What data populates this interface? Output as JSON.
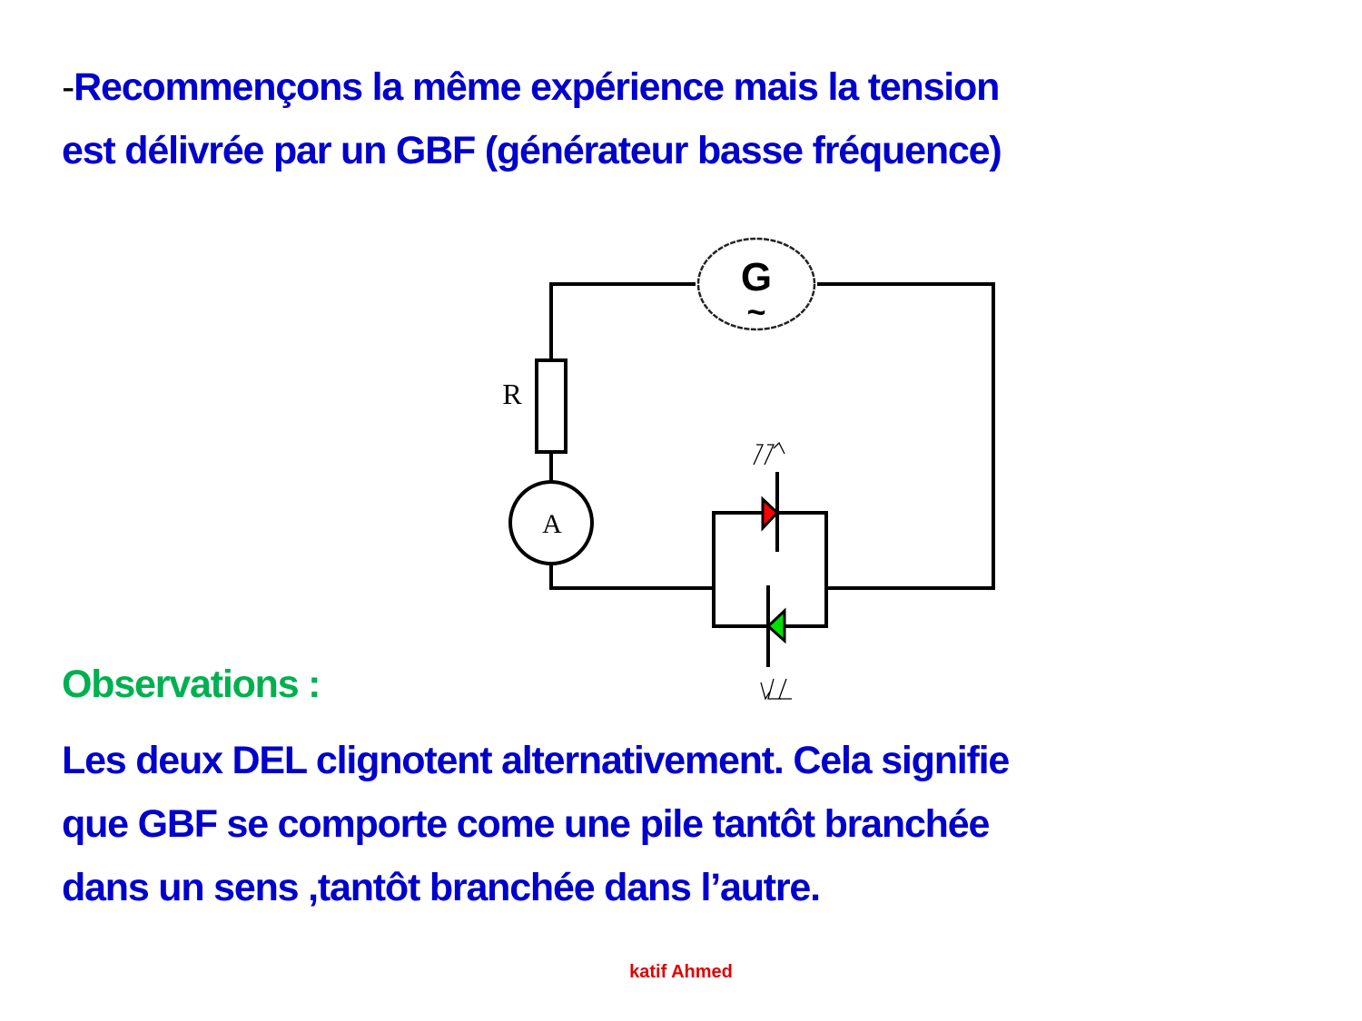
{
  "title": {
    "dash": "-",
    "line1": "Recommençons la même expérience  mais la tension",
    "line2": "est délivrée par un GBF (générateur basse fréquence)"
  },
  "circuit": {
    "generator_label": "G",
    "generator_symbol": "~",
    "resistor_label": "R",
    "ammeter_label": "A",
    "led_colors": {
      "led1": "#ff0000",
      "led2": "#00e000"
    }
  },
  "observations": {
    "heading": "Observations :",
    "lines": [
      "Les deux DEL clignotent alternativement. Cela signifie",
      "que GBF se comporte come une pile tantôt branchée",
      "dans un sens ,tantôt branchée dans l’autre."
    ]
  },
  "footer": {
    "author": "katif Ahmed"
  },
  "colors": {
    "text": "#0000cc",
    "heading": "#00b050",
    "footer": "#e00000"
  }
}
